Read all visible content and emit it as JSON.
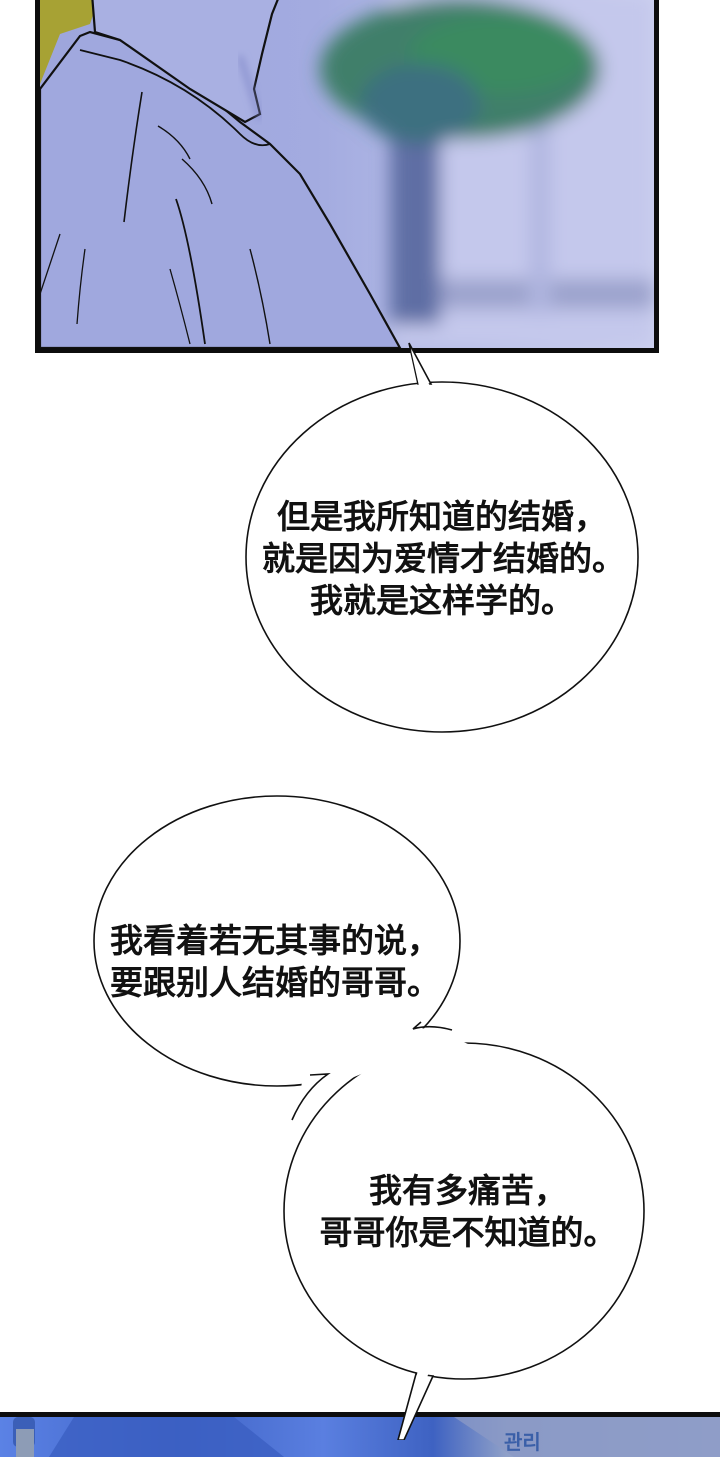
{
  "comic": {
    "panels": [
      {
        "id": "top",
        "description": "close-up of a character's shoulder in light purple shirt, blurred tree background"
      },
      {
        "id": "bottom",
        "description": "blue-tinted scene partially visible at bottom edge"
      }
    ],
    "bubbles": [
      {
        "lines": [
          "但是我所知道的结婚，",
          "就是因为爱情才结婚的。",
          "我就是这样学的。"
        ]
      },
      {
        "lines": [
          "我看着若无其事的说，",
          "要跟别人结婚的哥哥。"
        ]
      },
      {
        "lines": [
          "我有多痛苦，",
          "哥哥你是不知道的。"
        ]
      }
    ],
    "colors": {
      "border": "#0d0d0d",
      "shirt": "#a3abe0",
      "tree": "#3f7f6a",
      "bottom_blue": "#4a6fd4",
      "bubble_fill": "#ffffff",
      "text": "#111111"
    }
  }
}
